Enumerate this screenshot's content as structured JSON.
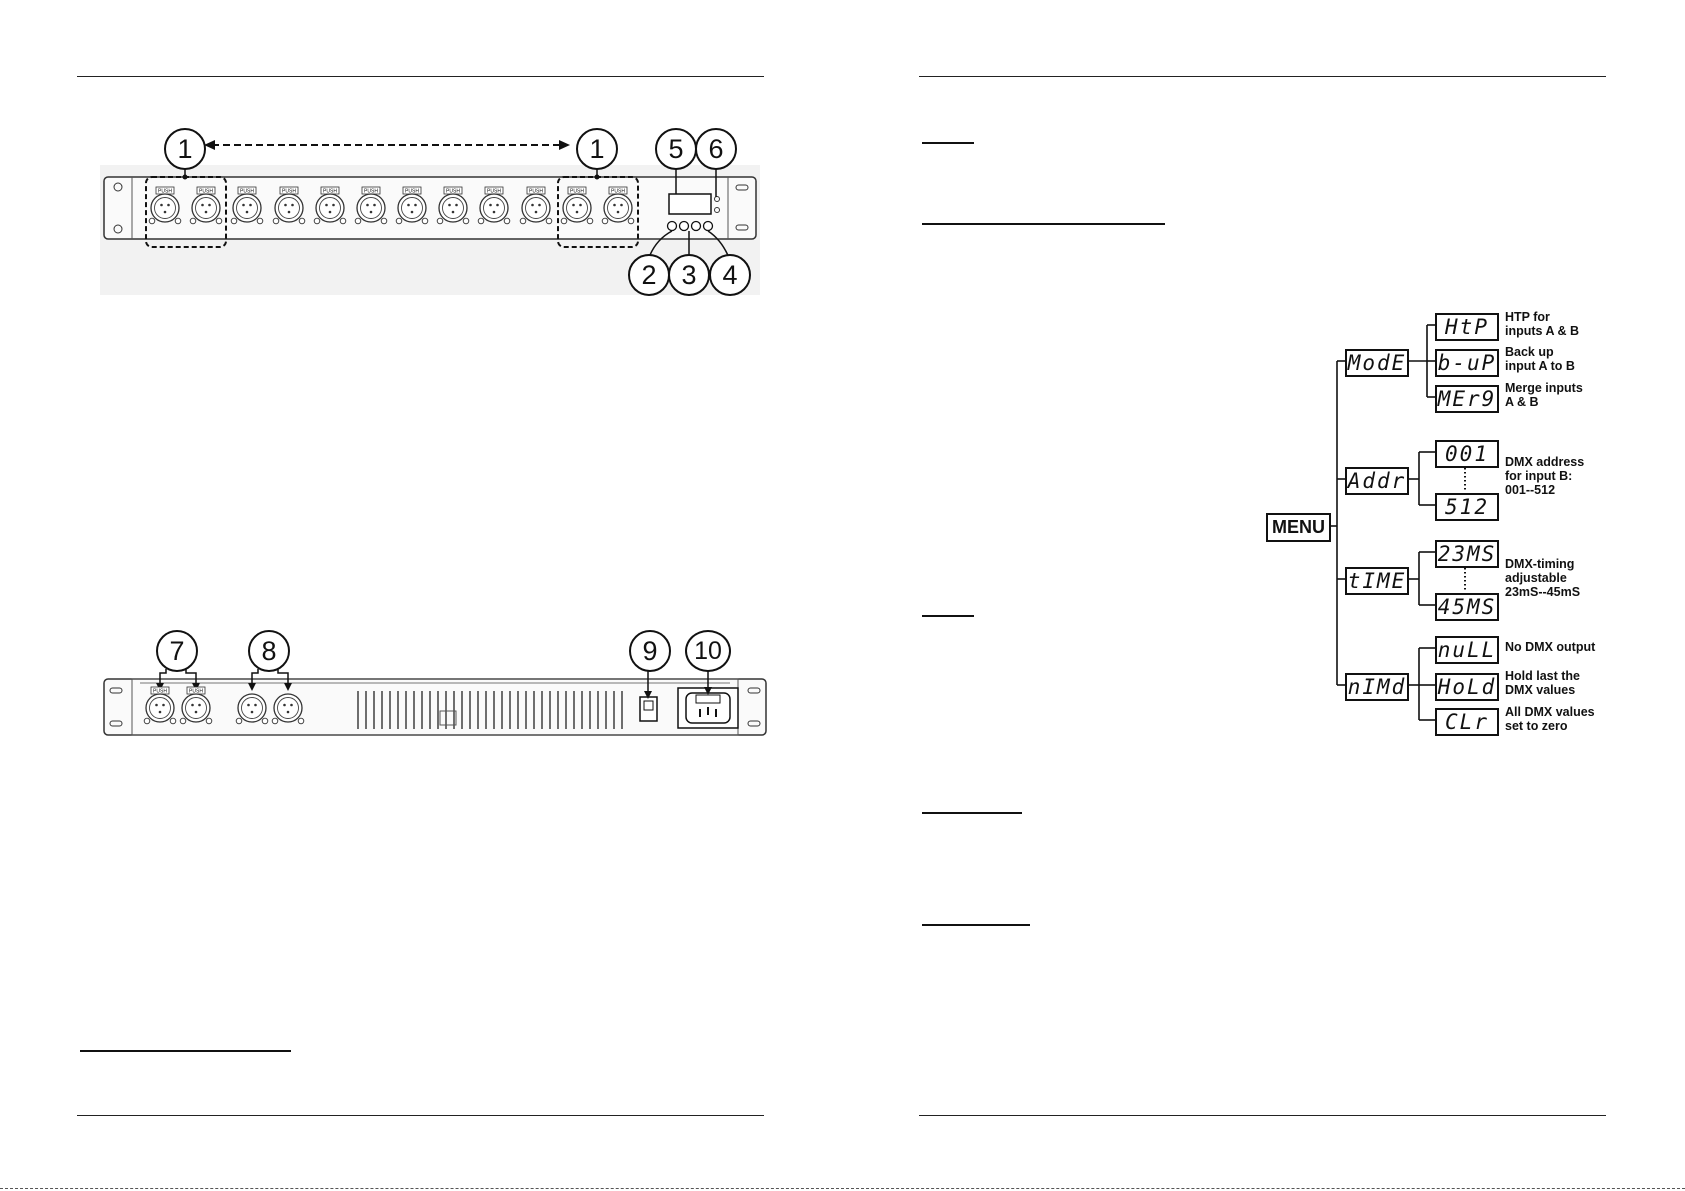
{
  "front_panel": {
    "callouts": [
      "1",
      "1",
      "5",
      "6",
      "2",
      "3",
      "4"
    ],
    "push_label": "PUSH"
  },
  "rear_panel": {
    "callouts": [
      "7",
      "8",
      "9",
      "10"
    ],
    "push_label": "PUSH"
  },
  "menu_tree": {
    "root": "MENU",
    "branches": [
      {
        "display": "ModE",
        "options": [
          {
            "display": "HtP",
            "label_lines": [
              "HTP for",
              "inputs A & B"
            ]
          },
          {
            "display": "b-uP",
            "label_lines": [
              "Back up",
              "input A to B"
            ]
          },
          {
            "display": "MEr9",
            "label_lines": [
              "Merge inputs",
              "A & B"
            ]
          }
        ]
      },
      {
        "display": "Addr",
        "options": [
          {
            "display": "001",
            "label_lines": []
          },
          {
            "display": "512",
            "label_lines": []
          }
        ],
        "group_label_lines": [
          "DMX address",
          "for input B:",
          "001--512"
        ]
      },
      {
        "display": "tIME",
        "options": [
          {
            "display": "23MS",
            "label_lines": []
          },
          {
            "display": "45MS",
            "label_lines": []
          }
        ],
        "group_label_lines": [
          "DMX-timing",
          "adjustable",
          "23mS--45mS"
        ]
      },
      {
        "display": "nIMd",
        "options": [
          {
            "display": "nuLL",
            "label_lines": [
              "No DMX output"
            ]
          },
          {
            "display": "HoLd",
            "label_lines": [
              "Hold last the",
              "DMX values"
            ]
          },
          {
            "display": "CLr",
            "label_lines": [
              "All DMX values",
              "set to zero"
            ]
          }
        ]
      }
    ]
  }
}
